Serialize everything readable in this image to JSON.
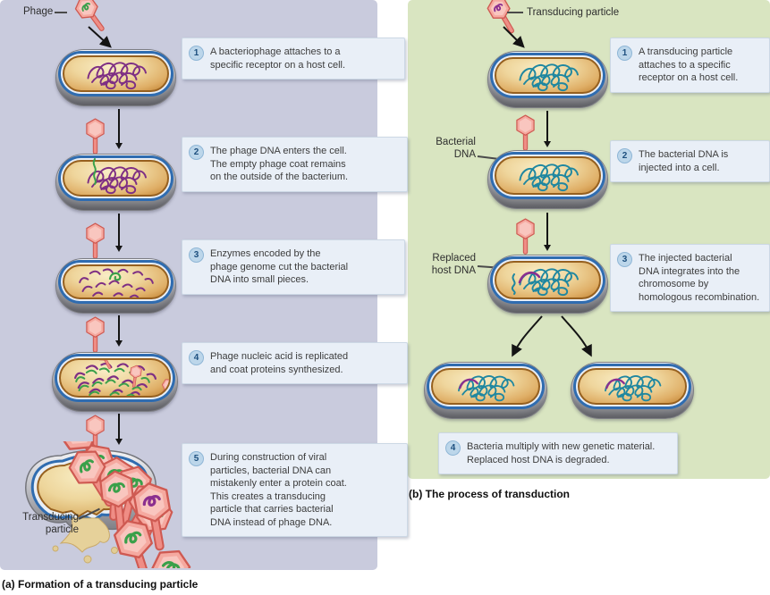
{
  "panel_a": {
    "caption": "(a) Formation of a transducing particle",
    "phage_label": "Phage",
    "transducing_particle_label": "Transducing\nparticle",
    "steps": [
      {
        "num": "1",
        "text": "A bacteriophage attaches to a\nspecific receptor on a host cell."
      },
      {
        "num": "2",
        "text": "The phage DNA enters the cell.\nThe empty phage coat remains\non the outside of the bacterium."
      },
      {
        "num": "3",
        "text": "Enzymes encoded by the\nphage genome cut the bacterial\nDNA into small pieces."
      },
      {
        "num": "4",
        "text": "Phage nucleic acid is replicated\nand coat proteins synthesized."
      },
      {
        "num": "5",
        "text": "During construction of viral\nparticles, bacterial DNA can\nmistakenly enter a protein coat.\nThis creates a transducing\nparticle that carries bacterial\nDNA instead of phage DNA."
      }
    ]
  },
  "panel_b": {
    "caption": "(b) The process of transduction",
    "transducing_particle_label": "Transducing particle",
    "bacterial_dna_label": "Bacterial\nDNA",
    "replaced_host_dna_label": "Replaced\nhost DNA",
    "steps": [
      {
        "num": "1",
        "text": "A transducing particle\nattaches to a specific\nreceptor on a host cell."
      },
      {
        "num": "2",
        "text": "The bacterial DNA is\ninjected into a cell."
      },
      {
        "num": "3",
        "text": "The injected bacterial\nDNA integrates into the\nchromosome by\nhomologous recombination."
      },
      {
        "num": "4",
        "text": "Bacteria multiply with new genetic material.\nReplaced host DNA is degraded."
      }
    ]
  },
  "colors": {
    "panel_a_bg": "#c9cbdd",
    "panel_b_bg": "#d9e5c1",
    "step_box_bg": "#e9eff7",
    "step_number_bg": "#bcd6ea",
    "step_number_text": "#1d4f7e",
    "phage_head": "#f5a9a0",
    "phage_outline": "#cf5a52",
    "phage_dna_green": "#3aa04a",
    "bacterial_dna_purple": "#7e2f84",
    "host_dna_teal": "#1f87a0",
    "membrane_blue": "#2f6cb0",
    "cytoplasm_tan": "#e8c98e"
  }
}
